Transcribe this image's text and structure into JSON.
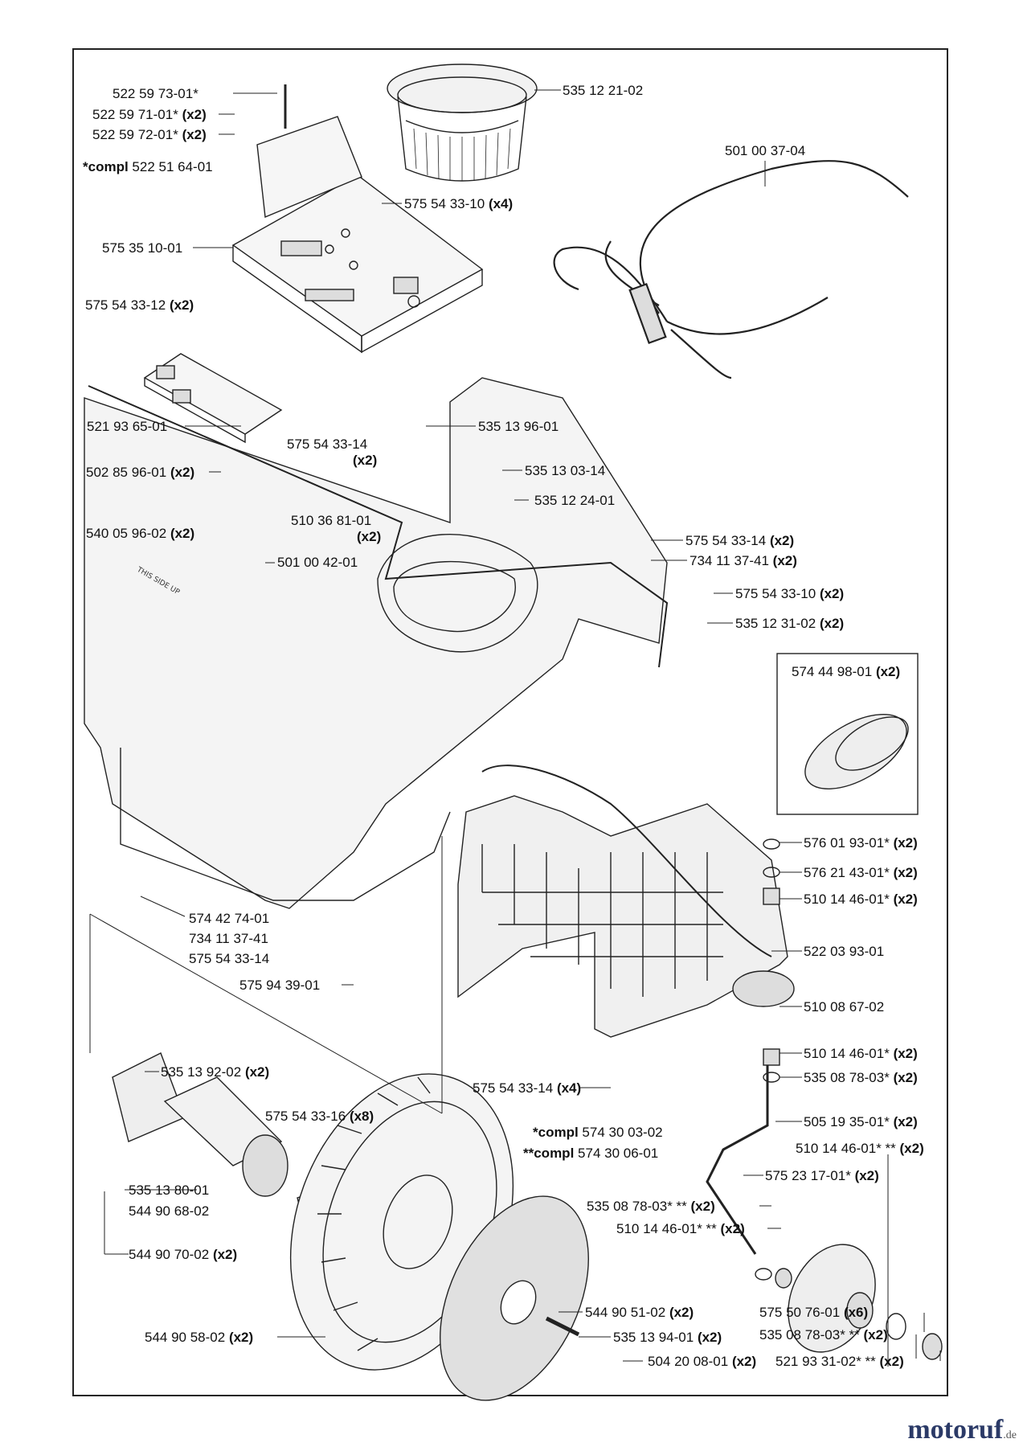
{
  "parts": [
    {
      "id": "p1",
      "num": "522 59 73-01*",
      "qty": ""
    },
    {
      "id": "p2",
      "num": "522 59 71-01*",
      "qty": "(x2)"
    },
    {
      "id": "p3",
      "num": "522 59 72-01*",
      "qty": "(x2)"
    },
    {
      "id": "p4",
      "num": "522 51 64-01",
      "qty": "",
      "prefix": "*compl"
    },
    {
      "id": "p5",
      "num": "535 12 21-02",
      "qty": ""
    },
    {
      "id": "p6",
      "num": "501 00 37-04",
      "qty": ""
    },
    {
      "id": "p7",
      "num": "575 54 33-10",
      "qty": "(x4)"
    },
    {
      "id": "p8",
      "num": "575 35 10-01",
      "qty": ""
    },
    {
      "id": "p9",
      "num": "575 54 33-12",
      "qty": "(x2)"
    },
    {
      "id": "p10",
      "num": "521 93 65-01",
      "qty": ""
    },
    {
      "id": "p11",
      "num": "535 13 96-01",
      "qty": ""
    },
    {
      "id": "p12",
      "num": "575 54 33-14",
      "qty": "(x2)"
    },
    {
      "id": "p13",
      "num": "502 85 96-01",
      "qty": "(x2)"
    },
    {
      "id": "p14",
      "num": "535 13 03-14",
      "qty": ""
    },
    {
      "id": "p15",
      "num": "535 12 24-01",
      "qty": ""
    },
    {
      "id": "p16",
      "num": "510 36 81-01",
      "qty": "(x2)"
    },
    {
      "id": "p17",
      "num": "540 05 96-02",
      "qty": "(x2)"
    },
    {
      "id": "p18",
      "num": "501 00 42-01",
      "qty": ""
    },
    {
      "id": "p19",
      "num": "575 54 33-14",
      "qty": "(x2)"
    },
    {
      "id": "p20",
      "num": "734 11 37-41",
      "qty": "(x2)"
    },
    {
      "id": "p21",
      "num": "575 54 33-10",
      "qty": "(x2)"
    },
    {
      "id": "p22",
      "num": "535 12 31-02",
      "qty": "(x2)"
    },
    {
      "id": "p23",
      "num": "574 44 98-01",
      "qty": "(x2)"
    },
    {
      "id": "p24",
      "num": "576 01 93-01*",
      "qty": "(x2)"
    },
    {
      "id": "p25",
      "num": "576 21 43-01*",
      "qty": "(x2)"
    },
    {
      "id": "p26",
      "num": "510 14 46-01*",
      "qty": "(x2)"
    },
    {
      "id": "p27",
      "num": "574 42 74-01",
      "qty": ""
    },
    {
      "id": "p28",
      "num": "734 11 37-41",
      "qty": ""
    },
    {
      "id": "p29",
      "num": "575 54 33-14",
      "qty": ""
    },
    {
      "id": "p30",
      "num": "522 03 93-01",
      "qty": ""
    },
    {
      "id": "p31",
      "num": "575 94 39-01",
      "qty": ""
    },
    {
      "id": "p32",
      "num": "510 08 67-02",
      "qty": ""
    },
    {
      "id": "p33",
      "num": "510 14 46-01*",
      "qty": "(x2)"
    },
    {
      "id": "p34",
      "num": "535 08 78-03*",
      "qty": "(x2)"
    },
    {
      "id": "p35",
      "num": "535 13 92-02",
      "qty": "(x2)"
    },
    {
      "id": "p36",
      "num": "575 54 33-14",
      "qty": "(x4)"
    },
    {
      "id": "p37",
      "num": "575 54 33-16",
      "qty": "(x8)"
    },
    {
      "id": "p38",
      "num": "505 19 35-01*",
      "qty": "(x2)"
    },
    {
      "id": "p39",
      "num": "574 30 03-02",
      "qty": "",
      "prefix": "*compl"
    },
    {
      "id": "p40",
      "num": "574 30 06-01",
      "qty": "",
      "prefix": "**compl"
    },
    {
      "id": "p41",
      "num": "510 14 46-01* **",
      "qty": "(x2)"
    },
    {
      "id": "p42",
      "num": "575 23 17-01*",
      "qty": "(x2)"
    },
    {
      "id": "p43",
      "num": "535 13 80-01",
      "qty": ""
    },
    {
      "id": "p44",
      "num": "544 90 68-02",
      "qty": ""
    },
    {
      "id": "p45",
      "num": "535 08 78-03* **",
      "qty": "(x2)"
    },
    {
      "id": "p46",
      "num": "510 14 46-01* **",
      "qty": "(x2)"
    },
    {
      "id": "p47",
      "num": "544 90 70-02",
      "qty": "(x2)"
    },
    {
      "id": "p48",
      "num": "544 90 51-02",
      "qty": "(x2)"
    },
    {
      "id": "p49",
      "num": "575 50 76-01",
      "qty": "(x6)"
    },
    {
      "id": "p50",
      "num": "544 90 58-02",
      "qty": "(x2)"
    },
    {
      "id": "p51",
      "num": "535 13 94-01",
      "qty": "(x2)"
    },
    {
      "id": "p52",
      "num": "535 08 78-03* **",
      "qty": "(x2)"
    },
    {
      "id": "p53",
      "num": "504 20 08-01",
      "qty": "(x2)"
    },
    {
      "id": "p54",
      "num": "521 93 31-02* **",
      "qty": "(x2)"
    }
  ],
  "battery_label": "THIS SIDE UP",
  "watermark": {
    "brand": "motoruf",
    "tld": ".de"
  },
  "colors": {
    "line": "#222222",
    "part": "#e8e8e8",
    "accent": "#2b3a67"
  }
}
